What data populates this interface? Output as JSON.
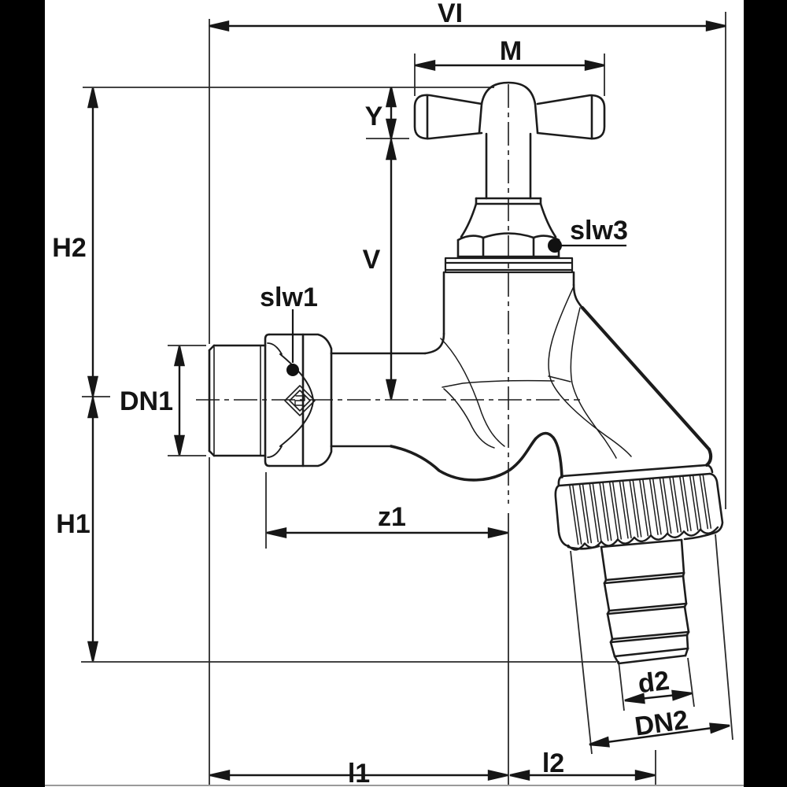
{
  "page": {
    "background": "#ffffff",
    "frame_color": "#000000",
    "line_color": "#1c1c1c",
    "text_color": "#141414",
    "description_labels_visible": 14
  },
  "labels": {
    "vi": "VI",
    "m": "M",
    "y": "Y",
    "v": "V",
    "h2": "H2",
    "h1": "H1",
    "dn1": "DN1",
    "slw1": "slw1",
    "slw3": "slw3",
    "z1": "z1",
    "l1": "l1",
    "l2": "l2",
    "d2": "d2",
    "dn2": "DN2"
  }
}
